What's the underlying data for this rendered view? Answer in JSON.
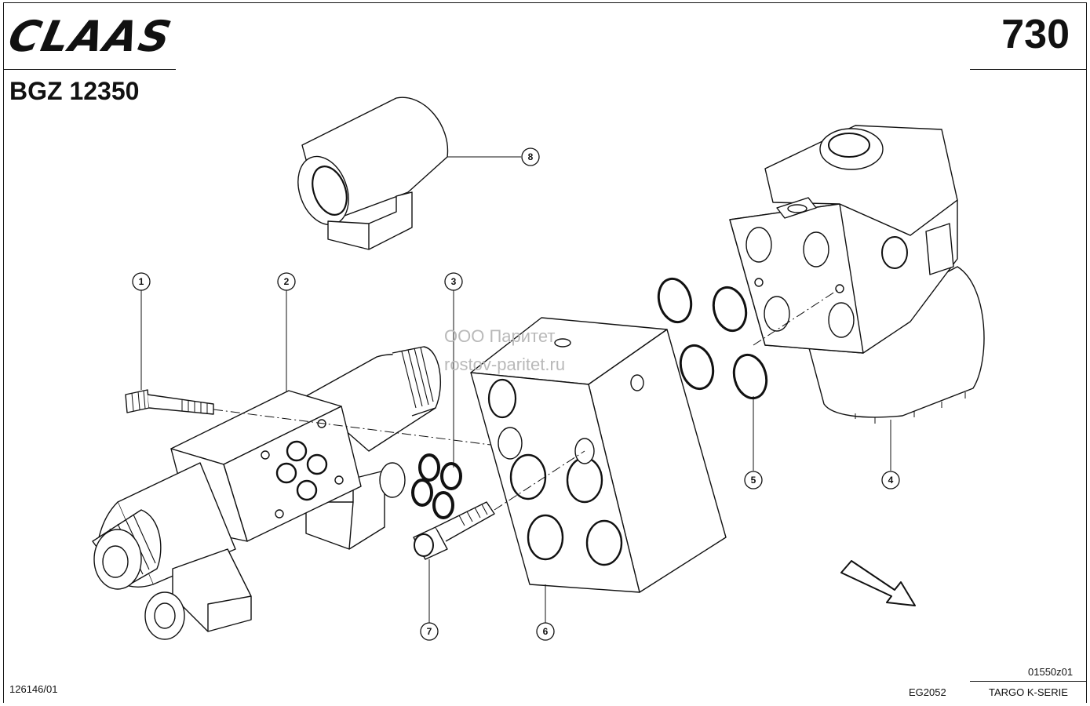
{
  "header": {
    "brand": "CLAAS",
    "page_number": "730",
    "model_code": "BGZ 12350"
  },
  "watermark": {
    "line1": "ООО Паритет",
    "line2": "rostov-paritet.ru"
  },
  "callouts": [
    {
      "id": "1",
      "label": "1"
    },
    {
      "id": "2",
      "label": "2"
    },
    {
      "id": "3",
      "label": "3"
    },
    {
      "id": "4",
      "label": "4"
    },
    {
      "id": "5",
      "label": "5"
    },
    {
      "id": "6",
      "label": "6"
    },
    {
      "id": "7",
      "label": "7"
    },
    {
      "id": "8",
      "label": "8"
    }
  ],
  "footer": {
    "doc_number": "126146/01",
    "figure_code": "01550z01",
    "group_code": "EG2052",
    "series": "TARGO K-SERIE"
  }
}
